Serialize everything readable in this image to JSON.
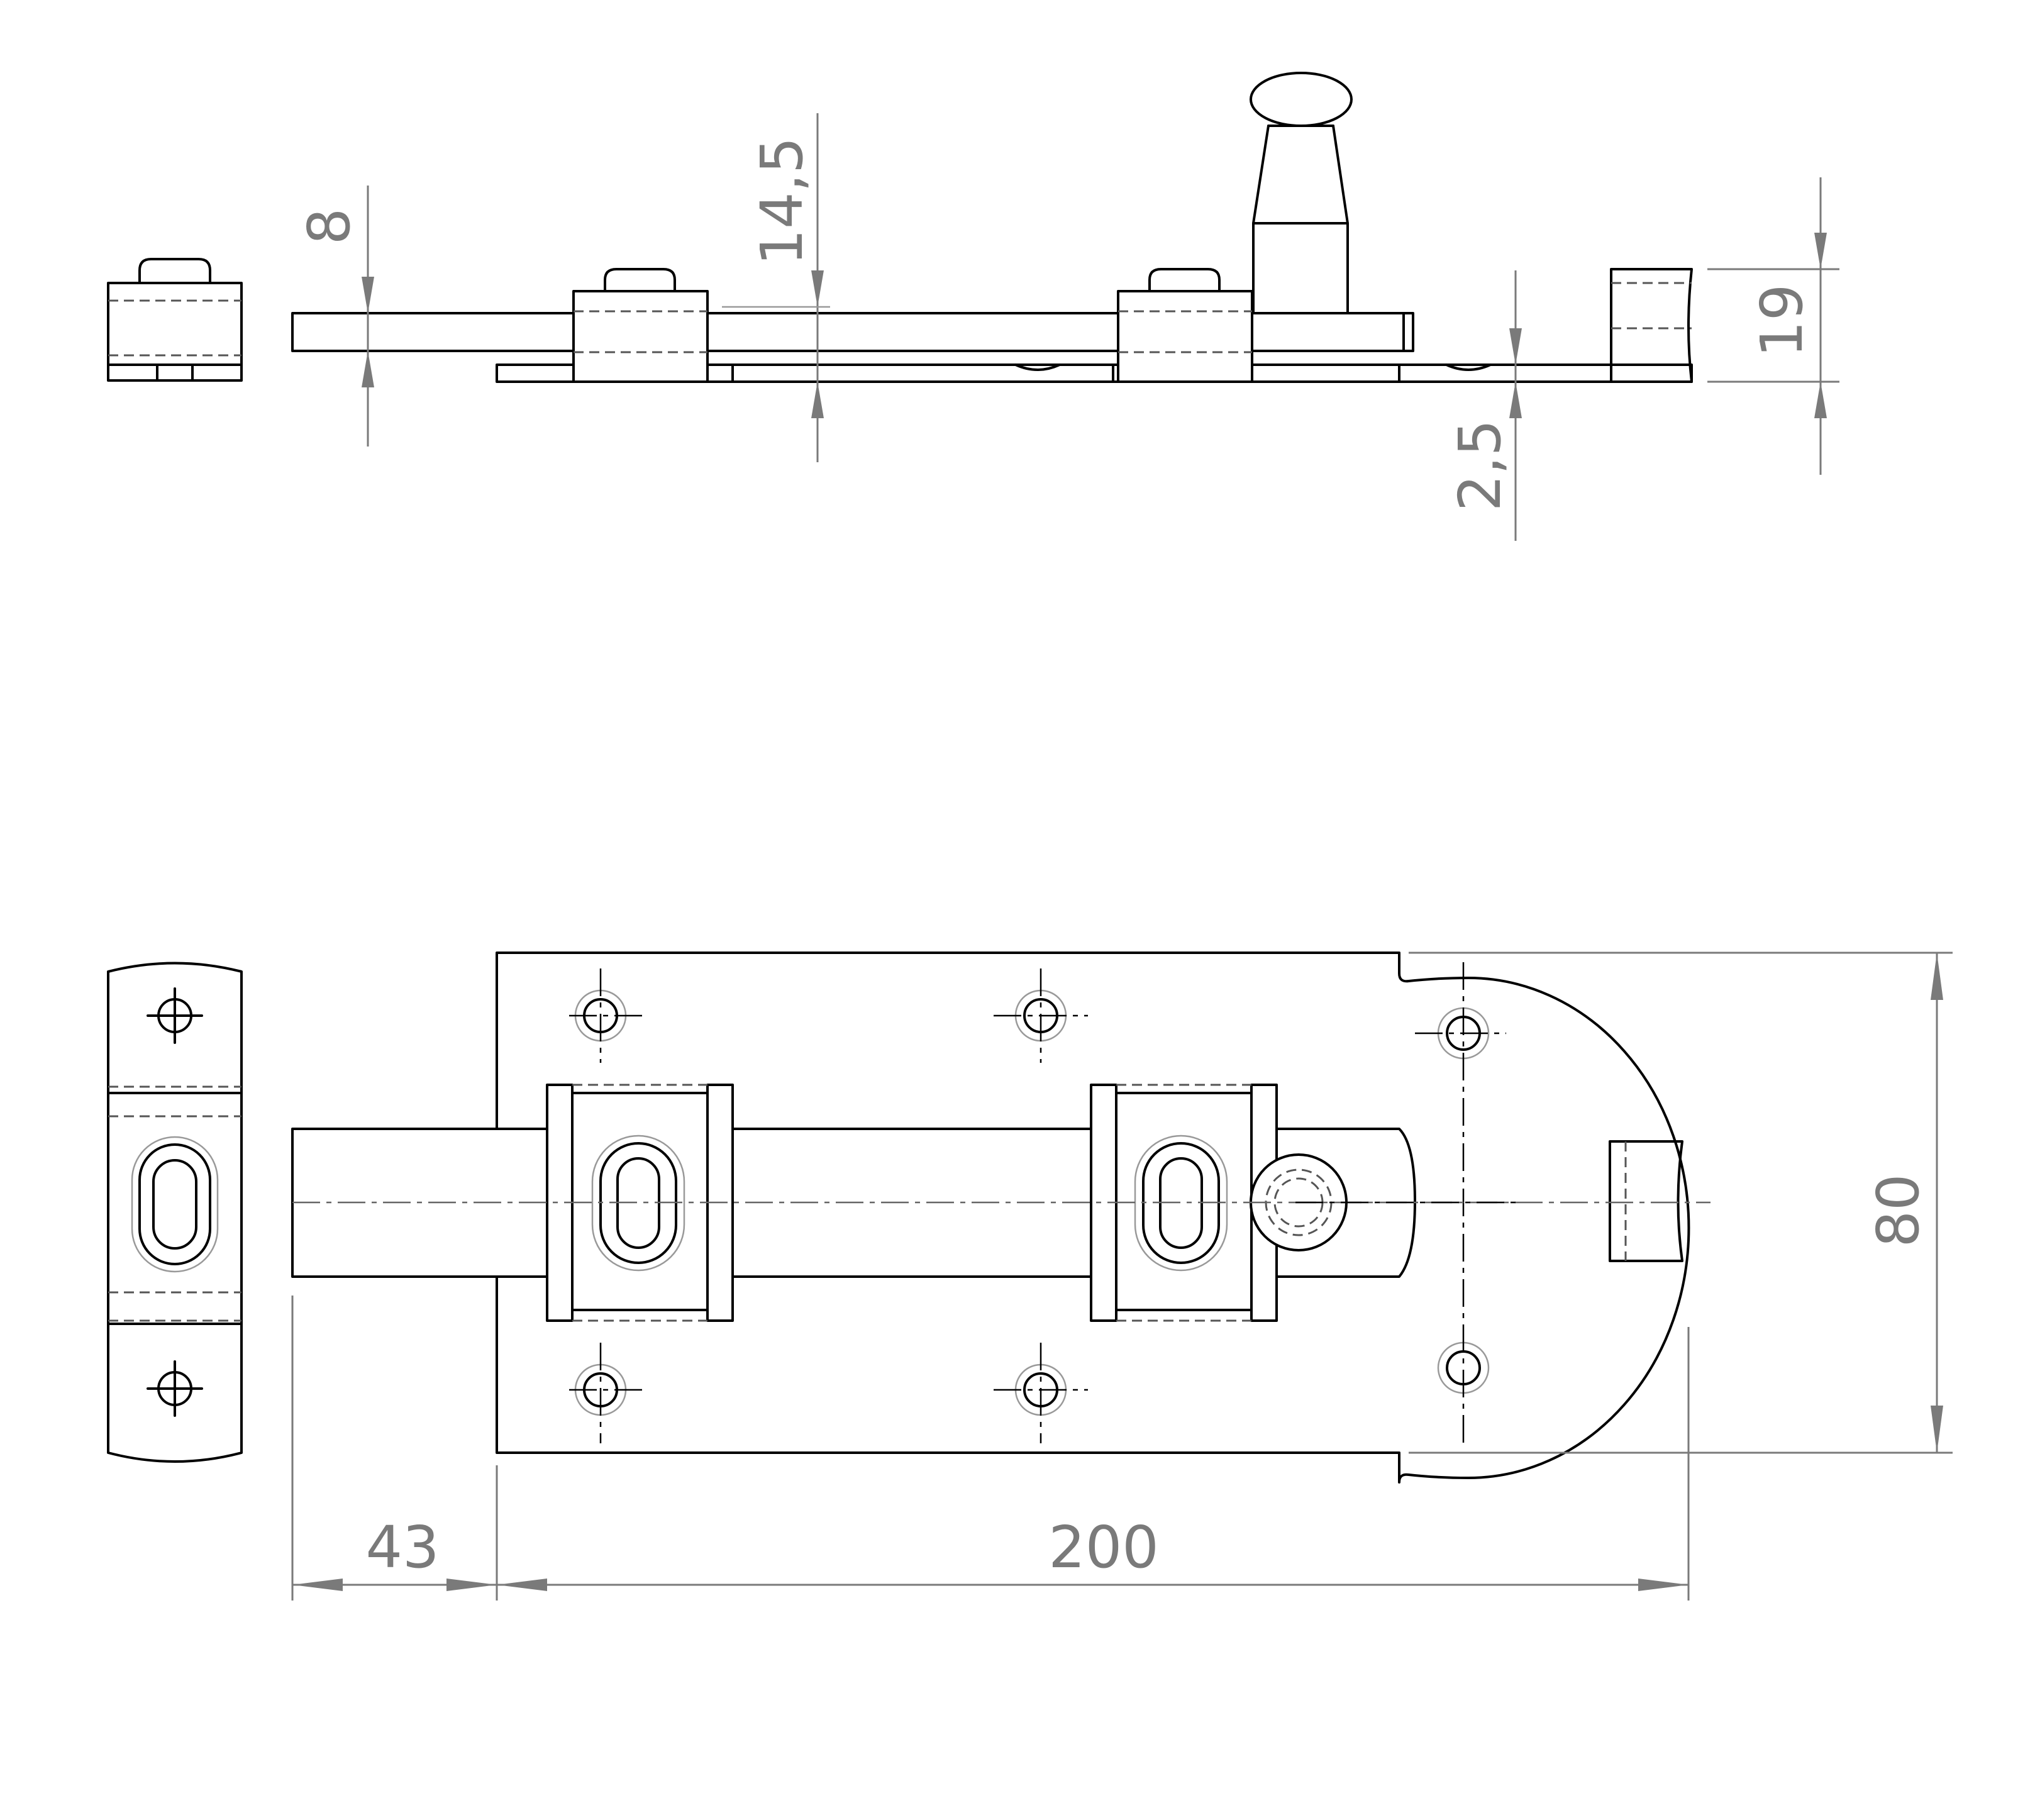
{
  "dimensions": {
    "bolt_thickness": "8",
    "bolt_height": "14,5",
    "plate_thickness": "2,5",
    "keeper_height": "19",
    "plate_width": "80",
    "bolt_overhang": "43",
    "plate_length": "200"
  },
  "colors": {
    "outline": "#000000",
    "dimension": "#7a7a7a",
    "hidden": "#555555"
  }
}
